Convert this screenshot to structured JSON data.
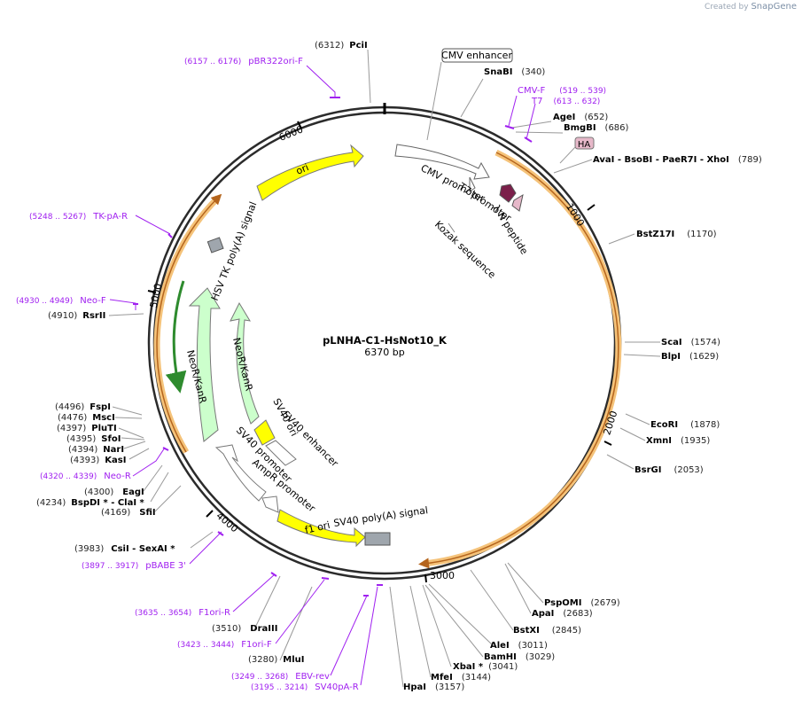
{
  "credit": {
    "created_by": "Created by",
    "brand": "SnapGene"
  },
  "plasmid": {
    "name": "pLNHA-C1-HsNot10_K",
    "length_label": "6370 bp",
    "length": 6370
  },
  "ticks": [
    "1000",
    "2000",
    "3000",
    "4000",
    "5000",
    "6000"
  ],
  "features": [
    {
      "id": "cmv-enhancer",
      "label": "CMV enhancer"
    },
    {
      "id": "cmv-promoter",
      "label": "CMV promoter"
    },
    {
      "id": "t7-promoter",
      "label": "T7 promoter"
    },
    {
      "id": "kozak",
      "label": "Kozak sequence"
    },
    {
      "id": "lambda-n",
      "label": "λ N peptide"
    },
    {
      "id": "ha",
      "label": "HA"
    },
    {
      "id": "ori",
      "label": "ori"
    },
    {
      "id": "hsv-tk",
      "label": "HSV TK poly(A) signal"
    },
    {
      "id": "neo1",
      "label": "NeoR/KanR"
    },
    {
      "id": "neo2",
      "label": "NeoR/KanR"
    },
    {
      "id": "sv40-ori",
      "label": "SV40 ori"
    },
    {
      "id": "sv40-enh",
      "label": "SV40 enhancer"
    },
    {
      "id": "sv40-prom",
      "label": "SV40 promoter"
    },
    {
      "id": "ampr-prom",
      "label": "AmpR promoter"
    },
    {
      "id": "f1-ori",
      "label": "f1 ori"
    },
    {
      "id": "sv40-polya",
      "label": "SV40 poly(A) signal"
    }
  ],
  "enzymes": [
    {
      "id": "pcii",
      "name": "PciI",
      "pos": "(6312)"
    },
    {
      "id": "snabi",
      "name": "SnaBI",
      "pos": "(340)"
    },
    {
      "id": "agei",
      "name": "AgeI",
      "pos": "(652)"
    },
    {
      "id": "bmgbi",
      "name": "BmgBI",
      "pos": "(686)"
    },
    {
      "id": "avai",
      "name": "AvaI  - BsoBI  - PaeR7I  - XhoI",
      "pos": "(789)"
    },
    {
      "id": "bstz17i",
      "name": "BstZ17I",
      "pos": "(1170)"
    },
    {
      "id": "scai",
      "name": "ScaI",
      "pos": "(1574)"
    },
    {
      "id": "bipi",
      "name": "BlpI",
      "pos": "(1629)"
    },
    {
      "id": "ecori",
      "name": "EcoRI",
      "pos": "(1878)"
    },
    {
      "id": "xmni",
      "name": "XmnI",
      "pos": "(1935)"
    },
    {
      "id": "bsrgi",
      "name": "BsrGI",
      "pos": "(2053)"
    },
    {
      "id": "pspomi",
      "name": "PspOMI",
      "pos": "(2679)"
    },
    {
      "id": "apai",
      "name": "ApaI",
      "pos": "(2683)"
    },
    {
      "id": "bstxi",
      "name": "BstXI",
      "pos": "(2845)"
    },
    {
      "id": "alei",
      "name": "AleI",
      "pos": "(3011)"
    },
    {
      "id": "bamhi",
      "name": "BamHI",
      "pos": "(3029)"
    },
    {
      "id": "xbai",
      "name": "XbaI *",
      "pos": "(3041)"
    },
    {
      "id": "mfei",
      "name": "MfeI",
      "pos": "(3144)"
    },
    {
      "id": "hpai",
      "name": "HpaI",
      "pos": "(3157)"
    },
    {
      "id": "mlui",
      "name": "MluI",
      "pos": "(3280)"
    },
    {
      "id": "draiii",
      "name": "DraIII",
      "pos": "(3510)"
    },
    {
      "id": "csii",
      "name": "CsiI  - SexAI *",
      "pos": "(3983)"
    },
    {
      "id": "sfii",
      "name": "SfiI",
      "pos": "(4169)"
    },
    {
      "id": "bspdi",
      "name": "BspDI *  - ClaI *",
      "pos": "(4234)"
    },
    {
      "id": "eagi",
      "name": "EagI",
      "pos": "(4300)"
    },
    {
      "id": "kasi",
      "name": "KasI",
      "pos": "(4393)"
    },
    {
      "id": "nari",
      "name": "NarI",
      "pos": "(4394)"
    },
    {
      "id": "sfoi",
      "name": "SfoI",
      "pos": "(4395)"
    },
    {
      "id": "pluti",
      "name": "PluTI",
      "pos": "(4397)"
    },
    {
      "id": "msci",
      "name": "MscI",
      "pos": "(4476)"
    },
    {
      "id": "fspi",
      "name": "FspI",
      "pos": "(4496)"
    },
    {
      "id": "rsrii",
      "name": "RsrII",
      "pos": "(4910)"
    }
  ],
  "primers": [
    {
      "id": "pbr322ori-f",
      "name": "pBR322ori-F",
      "range": "(6157 .. 6176)"
    },
    {
      "id": "cmv-f",
      "name": "CMV-F",
      "range": "(519 .. 539)"
    },
    {
      "id": "t7",
      "name": "T7",
      "range": "(613 .. 632)"
    },
    {
      "id": "tk-pa-r",
      "name": "TK-pA-R",
      "range": "(5248 .. 5267)"
    },
    {
      "id": "neo-f",
      "name": "Neo-F",
      "range": "(4930 .. 4949)"
    },
    {
      "id": "neo-r",
      "name": "Neo-R",
      "range": "(4320 .. 4339)"
    },
    {
      "id": "pbabe3",
      "name": "pBABE 3'",
      "range": "(3897 .. 3917)"
    },
    {
      "id": "f1ori-r",
      "name": "F1ori-R",
      "range": "(3635 .. 3654)"
    },
    {
      "id": "f1ori-f",
      "name": "F1ori-F",
      "range": "(3423 .. 3444)"
    },
    {
      "id": "ebv-rev",
      "name": "EBV-rev",
      "range": "(3249 .. 3268)"
    },
    {
      "id": "sv40pa-r",
      "name": "SV40pA-R",
      "range": "(3195 .. 3214)"
    }
  ],
  "colors": {
    "backbone": "#2b2b2b",
    "insert_highlight": "#f5c37a",
    "insert_line": "#b5651d",
    "ori": "#ffff00",
    "neo": "#ccffcc",
    "primer": "#a020f0",
    "promoter": "#ffffff",
    "lambda": "#7b1f4a",
    "ha": "#e6b8c9",
    "gray": "#9fa6ad"
  }
}
